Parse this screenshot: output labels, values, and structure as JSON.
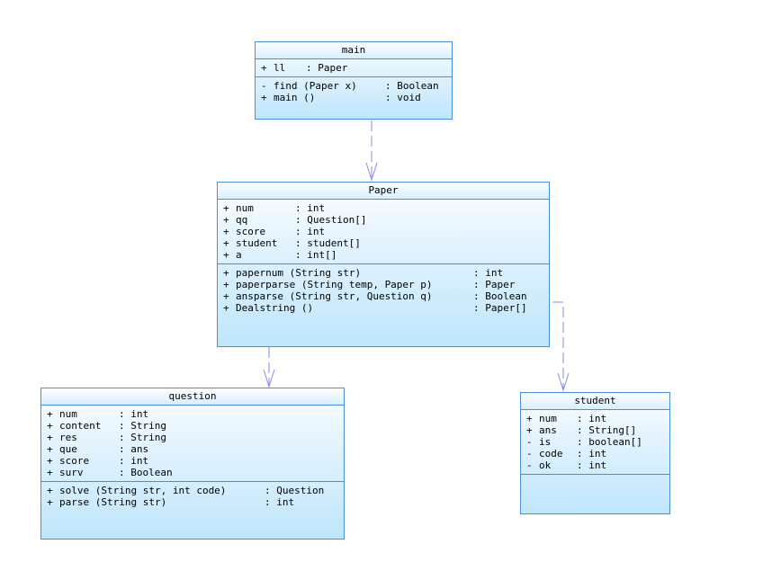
{
  "classes": [
    {
      "id": "main",
      "name": "main",
      "attributes": [
        {
          "vis": "+",
          "name": "ll",
          "type": ": Paper"
        }
      ],
      "operations": [
        {
          "vis": "-",
          "name": "find (Paper x)",
          "type": ": Boolean"
        },
        {
          "vis": "+",
          "name": "main ()",
          "type": ": void"
        }
      ]
    },
    {
      "id": "paper",
      "name": "Paper",
      "attributes": [
        {
          "vis": "+",
          "name": "num",
          "type": ": int"
        },
        {
          "vis": "+",
          "name": "qq",
          "type": ": Question[]"
        },
        {
          "vis": "+",
          "name": "score",
          "type": ": int"
        },
        {
          "vis": "+",
          "name": "student",
          "type": ": student[]"
        },
        {
          "vis": "+",
          "name": "a",
          "type": ": int[]"
        }
      ],
      "operations": [
        {
          "vis": "+",
          "name": "papernum (String str)",
          "type": ": int"
        },
        {
          "vis": "+",
          "name": "paperparse (String temp, Paper p)",
          "type": ": Paper"
        },
        {
          "vis": "+",
          "name": "ansparse (String str, Question q)",
          "type": ": Boolean"
        },
        {
          "vis": "+",
          "name": "Dealstring ()",
          "type": ": Paper[]"
        }
      ]
    },
    {
      "id": "question",
      "name": "question",
      "attributes": [
        {
          "vis": "+",
          "name": "num",
          "type": ": int"
        },
        {
          "vis": "+",
          "name": "content",
          "type": ": String"
        },
        {
          "vis": "+",
          "name": "res",
          "type": ": String"
        },
        {
          "vis": "+",
          "name": "que",
          "type": ": ans"
        },
        {
          "vis": "+",
          "name": "score",
          "type": ": int"
        },
        {
          "vis": "+",
          "name": "surv",
          "type": ": Boolean"
        }
      ],
      "operations": [
        {
          "vis": "+",
          "name": "solve (String str, int code)",
          "type": ": Question"
        },
        {
          "vis": "+",
          "name": "parse (String str)",
          "type": ": int"
        }
      ]
    },
    {
      "id": "student",
      "name": "student",
      "attributes": [
        {
          "vis": "+",
          "name": "num",
          "type": ": int"
        },
        {
          "vis": "+",
          "name": "ans",
          "type": ": String[]"
        },
        {
          "vis": "-",
          "name": "is",
          "type": ": boolean[]"
        },
        {
          "vis": "-",
          "name": "code",
          "type": ": int"
        },
        {
          "vis": "-",
          "name": "ok",
          "type": ": int"
        }
      ],
      "operations": []
    }
  ],
  "relations": [
    {
      "from": "main",
      "to": "Paper",
      "kind": "dependency"
    },
    {
      "from": "Paper",
      "to": "question",
      "kind": "dependency"
    },
    {
      "from": "Paper",
      "to": "student",
      "kind": "dependency"
    }
  ],
  "colors": {
    "border": "#4a90d9",
    "fill": "#bfe6fb",
    "arrow": "#8a8ae6"
  }
}
